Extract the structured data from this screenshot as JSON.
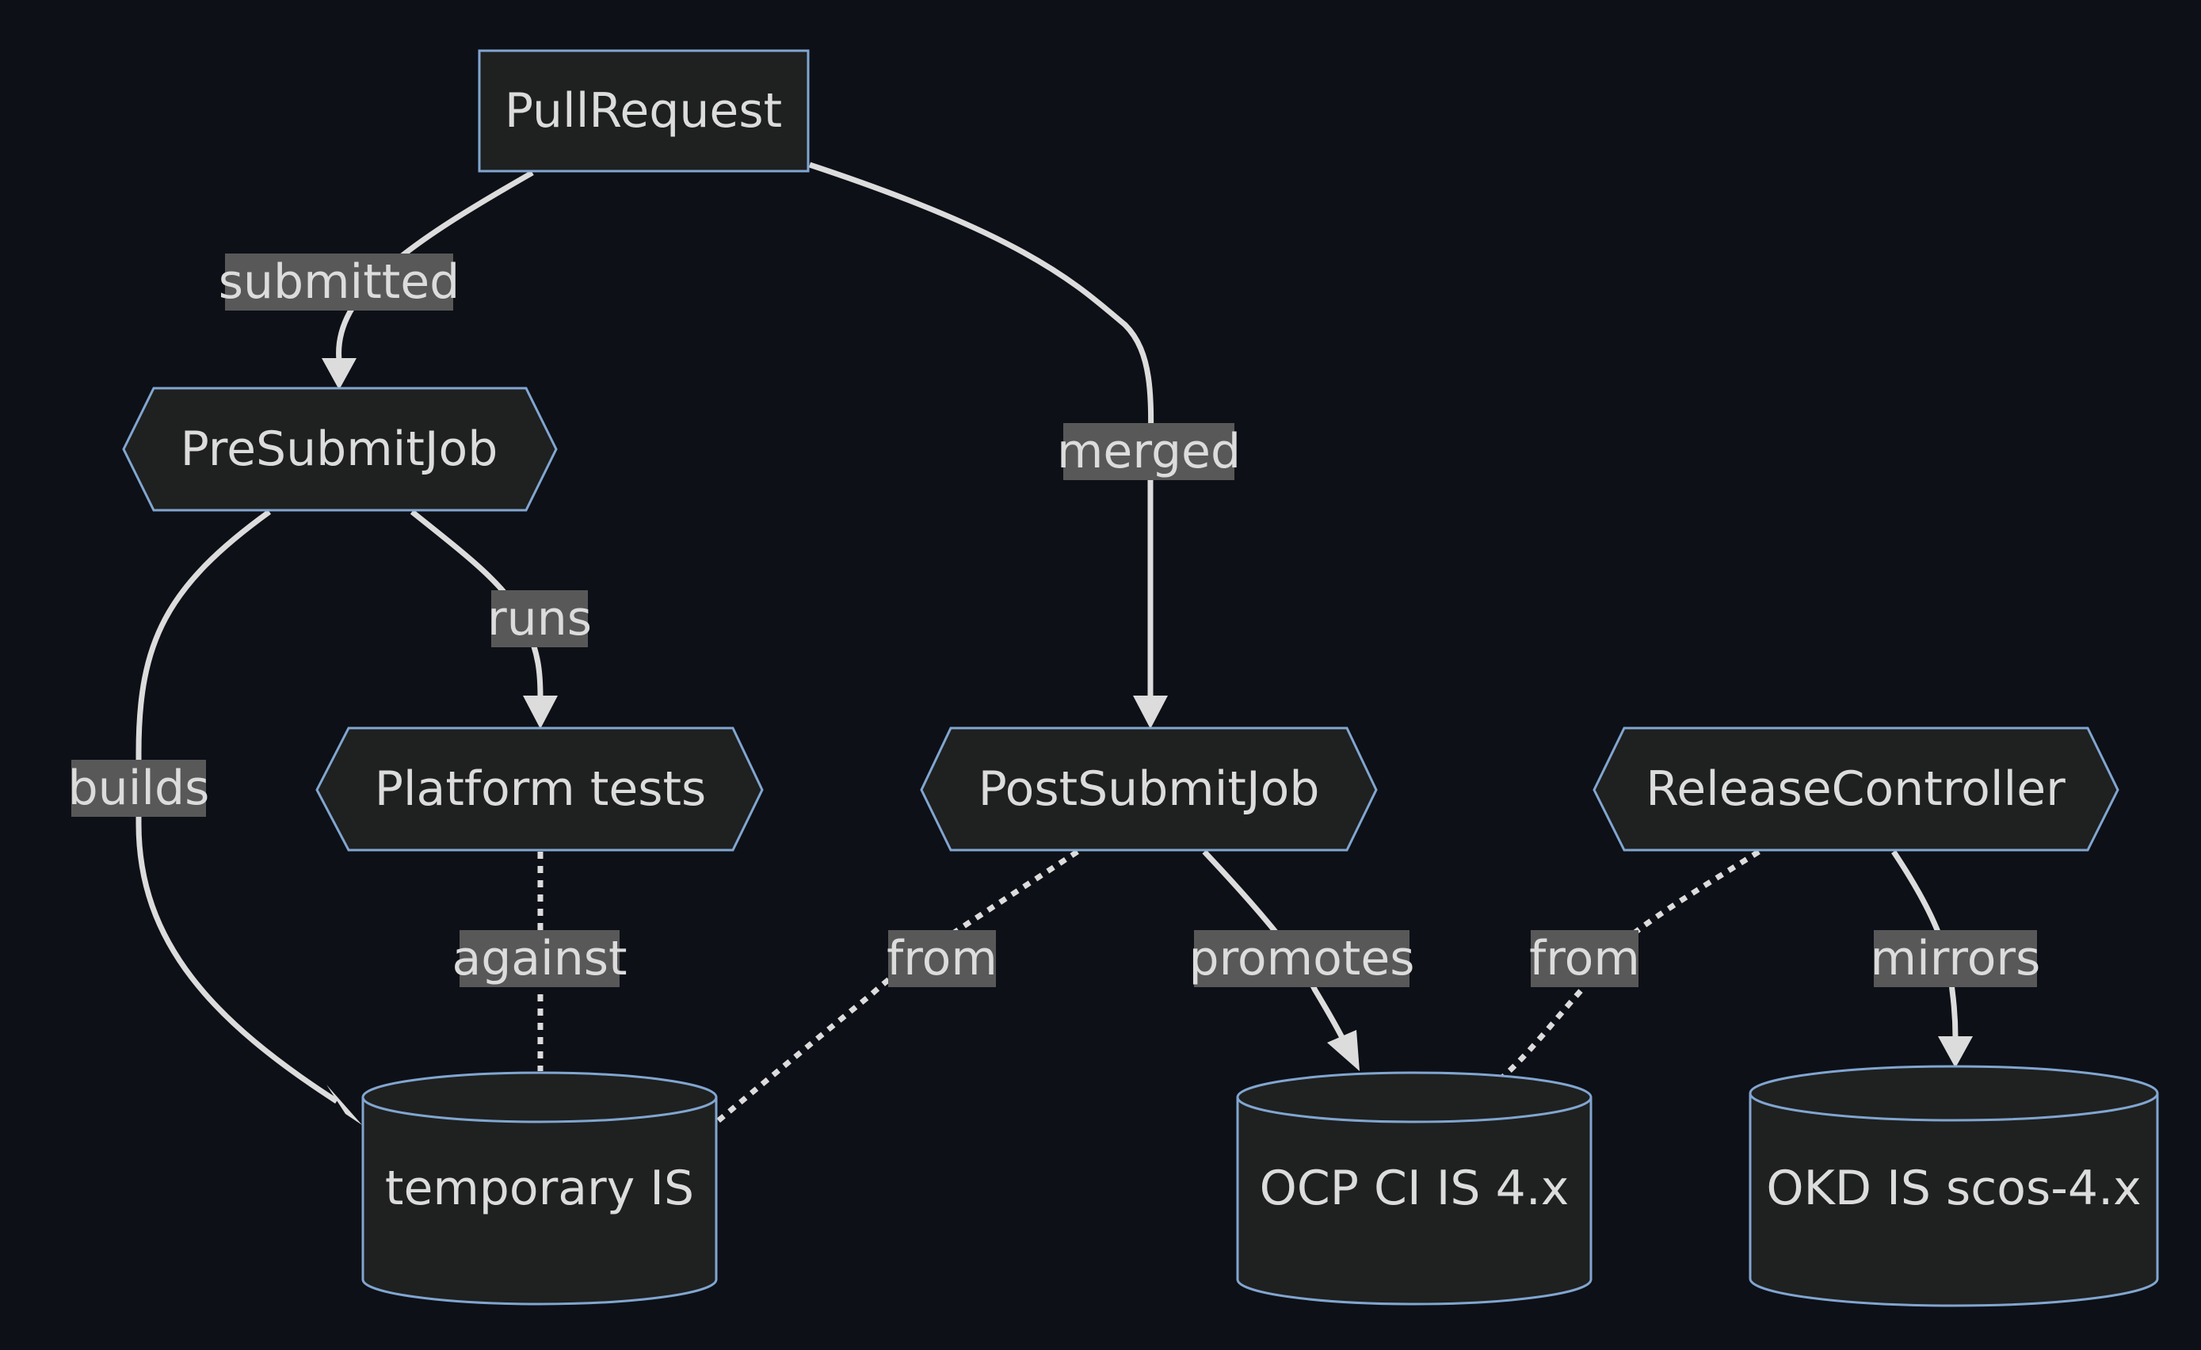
{
  "nodes": {
    "pull_request": "PullRequest",
    "pre_submit_job": "PreSubmitJob",
    "platform_tests": "Platform tests",
    "post_submit_job": "PostSubmitJob",
    "release_controller": "ReleaseController",
    "temporary_is": "temporary IS",
    "ocp_ci_is": "OCP CI IS 4.x",
    "okd_is": "OKD IS scos-4.x"
  },
  "edges": {
    "submitted": "submitted",
    "merged": "merged",
    "builds": "builds",
    "runs": "runs",
    "against": "against",
    "from_post": "from",
    "promotes": "promotes",
    "from_release": "from",
    "mirrors": "mirrors"
  },
  "colors": {
    "background": "#0d1017",
    "node_fill": "#1f2020",
    "node_stroke": "#81a6d0",
    "edge": "#dcdcdc",
    "label_bg": "#585858"
  }
}
